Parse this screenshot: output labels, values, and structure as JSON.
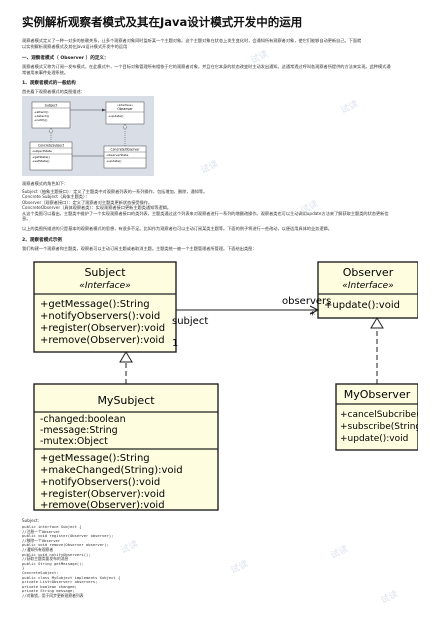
{
  "doc": {
    "title": "实例解析观察者模式及其在Java设计模式开发中的运用",
    "intro": [
      "观察者模式定义了一种一对多的依赖关系，让多个观察者对象同时监听某一个主题对象。这个主题对象在状态上发生变化时，会通知所有观察者对象，使它们能够自动更新自己。下面就",
      "以实例解析观察者模式及其在Java设计模式开发中的运用"
    ],
    "sec1": "一、观察者模式（ Observer ）的定义：",
    "sec1_p": [
      "观察者模式又称为订阅—发布模式，在此模式中，一个目标对象管理所有相依于它的观察者对象，并且在它本身的状态改变时主动发出通知。这通常透过呼叫各观察者所提供的方法来实现。此种模式通",
      "常被用来事件处理系统。"
    ],
    "sec1_1": "1、观察者模式的一般结构",
    "sec1_1_p": "首先看下观察者模式的类图描述：",
    "roles_title": "观察者模式的角色如下：",
    "roles": [
      "Subject（抽象主题接口）：定义了主题类中对观察者列表的一系列操作，包括增加，删除，通知等。",
      "Concrete Subject（具体主题类）：",
      "Observer（观察者接口）：定义了观察者对主题类更新状态接受操作。",
      "ConcreteObserver（具体观察者类）：实现观察者接口更新主题类通知等逻辑。",
      "从这个类图可以看出，主题类中维护了一个实现观察者接口的类列表，主题类通过这个列表来对观察者进行一系列的增删改操作。观察者类也可以主动调用update方法来了解获取主题类的状态更新信",
      "息。"
    ],
    "roles_after": "以上的类图所描述的只是基本的观察者模式的思想，有很多不足。比如作为观察者也可以主动订阅某类主题等。下面的例子将进行一些改动，以便适用具体的业务逻辑。",
    "sec2": "2、观察者模式示例",
    "sec2_p": "我们构建一个观察者和主题类，观察者可以主动订阅主题或者取消主题。主题类统一被一个主题管理者所管理。下面给出类图：",
    "code_label": "Subject:",
    "code": [
      "public interface Subject {",
      "  //注册一个Observer",
      "  public void register(Observer observer);",
      "  //移除一个Observer",
      "  public void remove(Observer observer);",
      "  //通知所有观察者",
      "  public void notifyObservers();",
      "  //获取主题类要发布的消息",
      "  public String getMessage();",
      "}",
      "ConcreteSubject:",
      "public class MySubject implements Subject {",
      "  private List<Observer> observers;",
      "  private boolean changed;",
      "  private String message;",
      "  //对象锁，用于同步更新观察者列表"
    ],
    "watermark": "试读"
  },
  "small_diagram": {
    "subject": {
      "name": "Subject",
      "ops": [
        "+attach()",
        "+detach()",
        "+notify()"
      ]
    },
    "observer": {
      "stereo": "«interface»",
      "name": "Observer",
      "ops": [
        "+update()"
      ]
    },
    "concrete_subject": {
      "name": "ConcreteSubject",
      "attrs": [
        "-subjectState"
      ],
      "ops": [
        "+getState()",
        "+setState()"
      ]
    },
    "concrete_observer": {
      "name": "ConcreteObserver",
      "attrs": [
        "-observerState"
      ],
      "ops": [
        "+update()"
      ]
    }
  },
  "diagram": {
    "subject": {
      "name": "Subject",
      "stereo": "«Interface»",
      "ops": [
        "+getMessage():String",
        "+notifyObservers():void",
        "+register(Observer):void",
        "+remove(Observer):void"
      ]
    },
    "observer": {
      "name": "Observer",
      "stereo": "«Interface»",
      "ops": [
        "+update():void"
      ]
    },
    "mysubject": {
      "name": "MySubject",
      "attrs": [
        "-changed:boolean",
        "-message:String",
        "-mutex:Object"
      ],
      "ops": [
        "+getMessage():String",
        "+makeChanged(String):void",
        "+notifyObservers():void",
        "+register(Observer):void",
        "+remove(Observer):void"
      ]
    },
    "myobserver": {
      "name": "MyObserver",
      "ops": [
        "+cancelSubcribe(String",
        "+subscribe(String):vo",
        "+update():void"
      ]
    },
    "labels": {
      "observers": "observers",
      "star": "*",
      "subject": "subject",
      "one": "1"
    }
  }
}
